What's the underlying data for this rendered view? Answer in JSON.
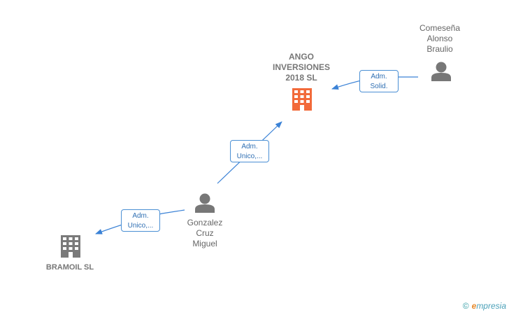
{
  "nodes": {
    "ango": {
      "label": "ANGO\nINVERSIONES\n2018  SL",
      "type": "company",
      "color": "#f26a3a"
    },
    "bramoil": {
      "label": "BRAMOIL  SL",
      "type": "company",
      "color": "#7a7a7a"
    },
    "comesena": {
      "label": "Comeseña\nAlonso\nBraulio",
      "type": "person",
      "color": "#777777"
    },
    "gonzalez": {
      "label": "Gonzalez\nCruz\nMiguel",
      "type": "person",
      "color": "#777777"
    }
  },
  "edges": [
    {
      "label": "Adm.\nSolid.",
      "from": "comesena",
      "to": "ango"
    },
    {
      "label": "Adm.\nUnico,...",
      "from": "gonzalez",
      "to": "ango"
    },
    {
      "label": "Adm.\nUnico,...",
      "from": "gonzalez",
      "to": "bramoil"
    }
  ],
  "footer": {
    "copyright": "©",
    "brand_initial": "e",
    "brand_rest": "mpresia"
  },
  "colors": {
    "edge": "#3b82d6",
    "person": "#777777",
    "company_main": "#f26a3a",
    "company_other": "#7a7a7a"
  }
}
